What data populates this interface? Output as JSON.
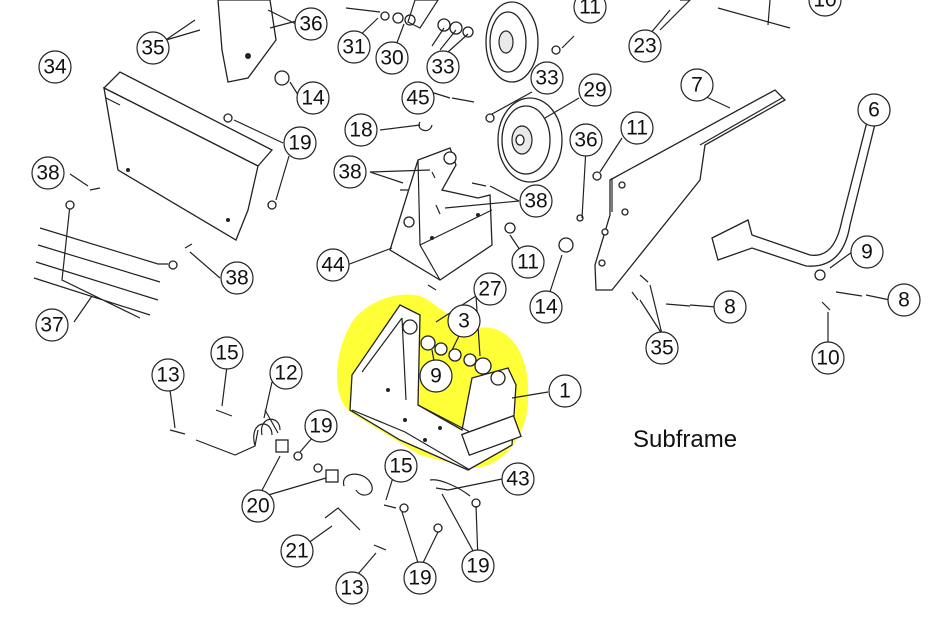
{
  "title": "Subframe",
  "highlight_color": "#ffff00",
  "callouts": [
    {
      "id": "c1",
      "label": "1"
    },
    {
      "id": "c3",
      "label": "3"
    },
    {
      "id": "c6",
      "label": "6"
    },
    {
      "id": "c7",
      "label": "7"
    },
    {
      "id": "c8a",
      "label": "8"
    },
    {
      "id": "c8b",
      "label": "8"
    },
    {
      "id": "c9a",
      "label": "9"
    },
    {
      "id": "c9b",
      "label": "9"
    },
    {
      "id": "c10a",
      "label": "10"
    },
    {
      "id": "c10b",
      "label": "10"
    },
    {
      "id": "c11a",
      "label": "11"
    },
    {
      "id": "c11b",
      "label": "11"
    },
    {
      "id": "c11c",
      "label": "11"
    },
    {
      "id": "c12",
      "label": "12"
    },
    {
      "id": "c13a",
      "label": "13"
    },
    {
      "id": "c13b",
      "label": "13"
    },
    {
      "id": "c14a",
      "label": "14"
    },
    {
      "id": "c14b",
      "label": "14"
    },
    {
      "id": "c15a",
      "label": "15"
    },
    {
      "id": "c15b",
      "label": "15"
    },
    {
      "id": "c18",
      "label": "18"
    },
    {
      "id": "c19a",
      "label": "19"
    },
    {
      "id": "c19b",
      "label": "19"
    },
    {
      "id": "c19c",
      "label": "19"
    },
    {
      "id": "c19d",
      "label": "19"
    },
    {
      "id": "c20",
      "label": "20"
    },
    {
      "id": "c21",
      "label": "21"
    },
    {
      "id": "c23",
      "label": "23"
    },
    {
      "id": "c27",
      "label": "27"
    },
    {
      "id": "c29",
      "label": "29"
    },
    {
      "id": "c30",
      "label": "30"
    },
    {
      "id": "c31",
      "label": "31"
    },
    {
      "id": "c33a",
      "label": "33"
    },
    {
      "id": "c33b",
      "label": "33"
    },
    {
      "id": "c34",
      "label": "34"
    },
    {
      "id": "c35a",
      "label": "35"
    },
    {
      "id": "c35b",
      "label": "35"
    },
    {
      "id": "c36a",
      "label": "36"
    },
    {
      "id": "c36b",
      "label": "36"
    },
    {
      "id": "c37",
      "label": "37"
    },
    {
      "id": "c38a",
      "label": "38"
    },
    {
      "id": "c38b",
      "label": "38"
    },
    {
      "id": "c38c",
      "label": "38"
    },
    {
      "id": "c38d",
      "label": "38"
    },
    {
      "id": "c43",
      "label": "43"
    },
    {
      "id": "c44",
      "label": "44"
    },
    {
      "id": "c45",
      "label": "45"
    }
  ]
}
